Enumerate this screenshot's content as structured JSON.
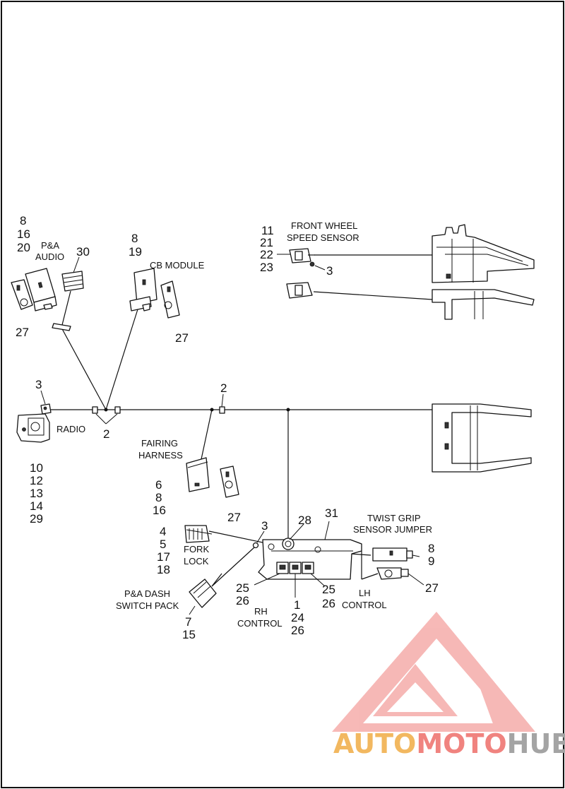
{
  "callouts": {
    "pa_audio_nums": [
      "8",
      "16",
      "20"
    ],
    "n30": "30",
    "n27_audio": "27",
    "cb_nums": [
      "8",
      "19"
    ],
    "n27_cb": "27",
    "fws_nums": [
      "11",
      "21",
      "22",
      "23"
    ],
    "n3_fws": "3",
    "n3_radio": "3",
    "n2_left": "2",
    "n2_mid": "2",
    "radio_nums": [
      "10",
      "12",
      "13",
      "14",
      "29"
    ],
    "fairing_nums": [
      "6",
      "8",
      "16"
    ],
    "n27_fairing": "27",
    "fork_nums": [
      "4",
      "5",
      "17",
      "18"
    ],
    "n3_bottom": "3",
    "n28": "28",
    "n31": "31",
    "twist_nums": [
      "8",
      "9"
    ],
    "n27_twist": "27",
    "rh_a": [
      "25",
      "26"
    ],
    "center_nums": [
      "1",
      "24",
      "26"
    ],
    "lh_a": [
      "25",
      "26"
    ],
    "dash_nums": [
      "7",
      "15"
    ]
  },
  "labels": {
    "pa_audio": [
      "P&A",
      "AUDIO"
    ],
    "cb_module": "CB MODULE",
    "front_wheel": [
      "FRONT WHEEL",
      "SPEED SENSOR"
    ],
    "radio": "RADIO",
    "fairing": [
      "FAIRING",
      "HARNESS"
    ],
    "twist_grip": [
      "TWIST GRIP",
      "SENSOR JUMPER"
    ],
    "fork_lock": [
      "FORK",
      "LOCK"
    ],
    "dash_switch": [
      "P&A DASH",
      "SWITCH PACK"
    ],
    "rh_control": [
      "RH",
      "CONTROL"
    ],
    "lh_control": [
      "LH",
      "CONTROL"
    ]
  },
  "watermark": {
    "part1": "AUTO",
    "part2": "MOTO",
    "part3": "HUB",
    "color_red": "#e8413f",
    "color_orange": "#f2a93b",
    "color_gray": "#8a8a8a"
  }
}
